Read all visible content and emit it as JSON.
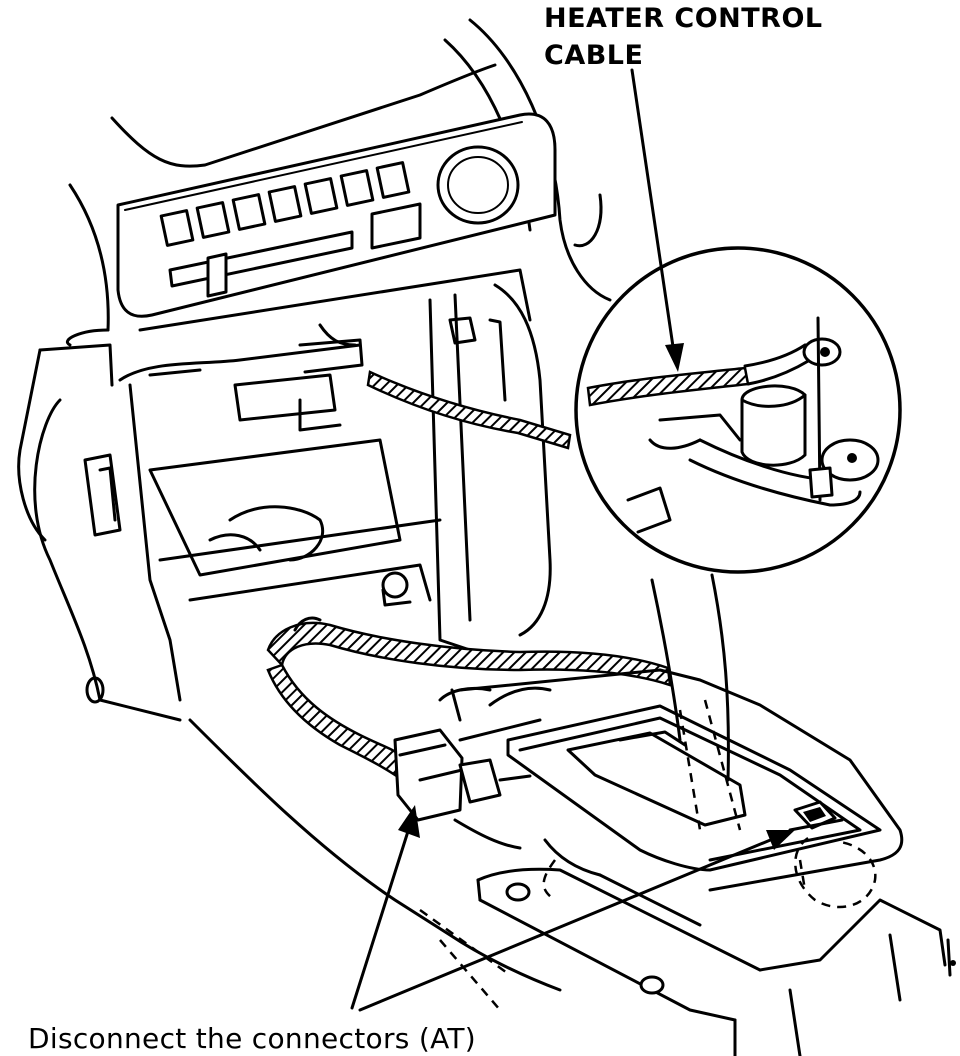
{
  "labels": {
    "heater_control_cable_line1": "HEATER CONTROL",
    "heater_control_cable_line2": "CABLE",
    "disconnect_connectors": "Disconnect the connectors (AT)"
  }
}
